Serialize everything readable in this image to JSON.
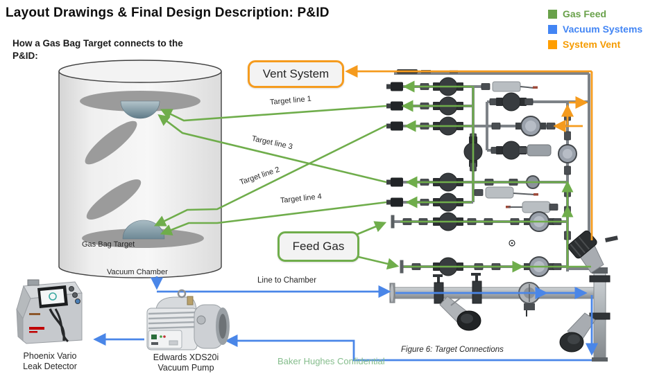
{
  "slide": {
    "title": "Layout Drawings & Final Design Description: P&ID",
    "subtitle": "How a Gas Bag Target connects to the\nP&ID:",
    "figure_caption": "Figure 6: Target Connections",
    "confidential": "Baker Hughes Confidential"
  },
  "legend": {
    "items": [
      {
        "label": "Gas Feed",
        "color": "#69a14a"
      },
      {
        "label": "Vacuum Systems",
        "color": "#4285f4"
      },
      {
        "label": "System Vent",
        "color": "#ff9e00"
      }
    ]
  },
  "boxes": {
    "vent_system": "Vent System",
    "feed_gas": "Feed Gas"
  },
  "labels": {
    "target_line_1": "Target line 1",
    "target_line_2": "Target line 2",
    "target_line_3": "Target line 3",
    "target_line_4": "Target line 4",
    "line_to_chamber": "Line to Chamber",
    "gas_bag_target": "Gas Bag Target",
    "vacuum_chamber": "Vacuum Chamber"
  },
  "equipment": {
    "leak_detector_caption": "Phoenix Vario\nLeak Detector",
    "vacuum_pump_caption": "Edwards XDS20i\nVacuum Pump"
  },
  "colors": {
    "gas_feed_line": "#6fad4b",
    "vacuum_line": "#4a86e8",
    "vent_line": "#f59b1e"
  }
}
